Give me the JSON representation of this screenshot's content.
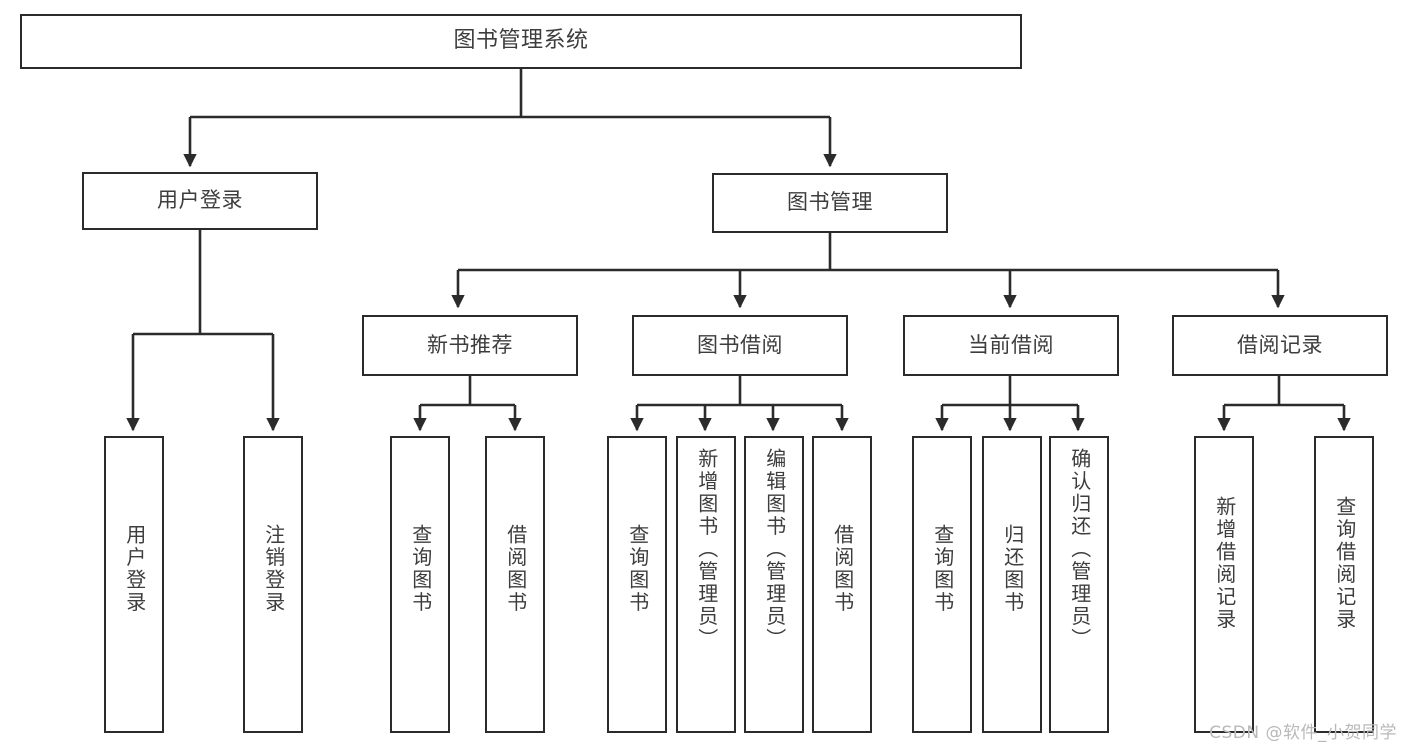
{
  "diagram": {
    "title": "图书管理系统",
    "type": "tree",
    "watermark": "CSDN @软件_小贺同学",
    "colors": {
      "box_border": "#2b2b2b",
      "box_fill": "#ffffff",
      "text": "#3d3d3d",
      "connector": "#2b2b2b",
      "watermark": "#b9b9b9",
      "background": "#ffffff"
    },
    "root": {
      "label": "图书管理系统"
    },
    "level2": [
      {
        "label": "用户登录"
      },
      {
        "label": "图书管理"
      }
    ],
    "level3": [
      {
        "label": "新书推荐"
      },
      {
        "label": "图书借阅"
      },
      {
        "label": "当前借阅"
      },
      {
        "label": "借阅记录"
      }
    ],
    "leaves": {
      "user_login": [
        {
          "label": "用户登录"
        },
        {
          "label": "注销登录"
        }
      ],
      "new_book_recommend": [
        {
          "label": "查询图书"
        },
        {
          "label": "借阅图书"
        }
      ],
      "book_borrow": [
        {
          "label": "查询图书"
        },
        {
          "label": "新增图书（管理员）"
        },
        {
          "label": "编辑图书（管理员）"
        },
        {
          "label": "借阅图书"
        }
      ],
      "current_borrow": [
        {
          "label": "查询图书"
        },
        {
          "label": "归还图书"
        },
        {
          "label": "确认归还（管理员）"
        }
      ],
      "borrow_record": [
        {
          "label": "新增借阅记录"
        },
        {
          "label": "查询借阅记录"
        }
      ]
    }
  }
}
